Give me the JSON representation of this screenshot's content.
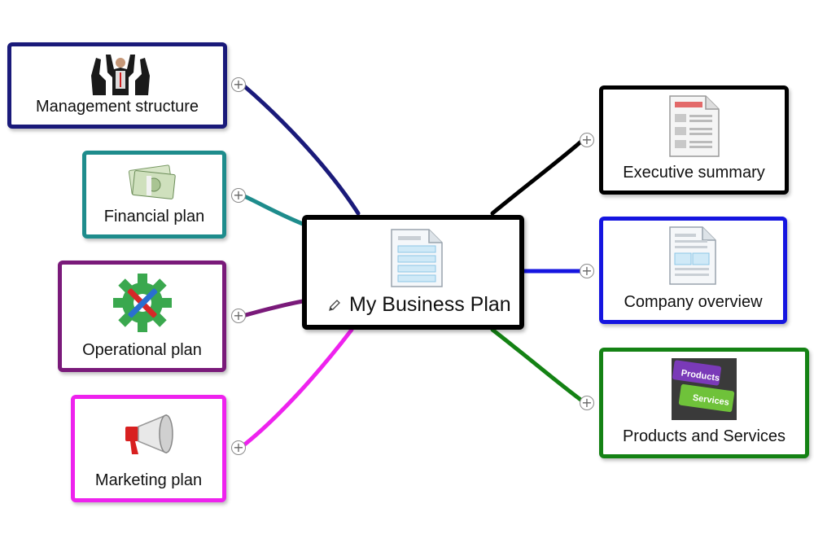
{
  "central": {
    "label": "My Business Plan",
    "icon": "document-icon",
    "color": "#000000"
  },
  "nodes": [
    {
      "id": "management",
      "label": "Management structure",
      "color": "#1a1a7a",
      "icon": "celebrating-businessmen-icon"
    },
    {
      "id": "financial",
      "label": "Financial plan",
      "color": "#1e8c8c",
      "icon": "money-bills-icon"
    },
    {
      "id": "operational",
      "label": "Operational plan",
      "color": "#7a1a7a",
      "icon": "gear-tools-icon"
    },
    {
      "id": "marketing",
      "label": "Marketing plan",
      "color": "#ee22ee",
      "icon": "megaphone-icon"
    },
    {
      "id": "executive",
      "label": "Executive summary",
      "color": "#000000",
      "icon": "report-document-icon"
    },
    {
      "id": "company",
      "label": "Company overview",
      "color": "#1515e0",
      "icon": "document-icon"
    },
    {
      "id": "products",
      "label": "Products and Services",
      "color": "#148214",
      "icon": "products-services-keys-icon"
    }
  ],
  "icons": {
    "products_key_label": "Products",
    "services_key_label": "Services"
  },
  "expand_symbol": "+"
}
